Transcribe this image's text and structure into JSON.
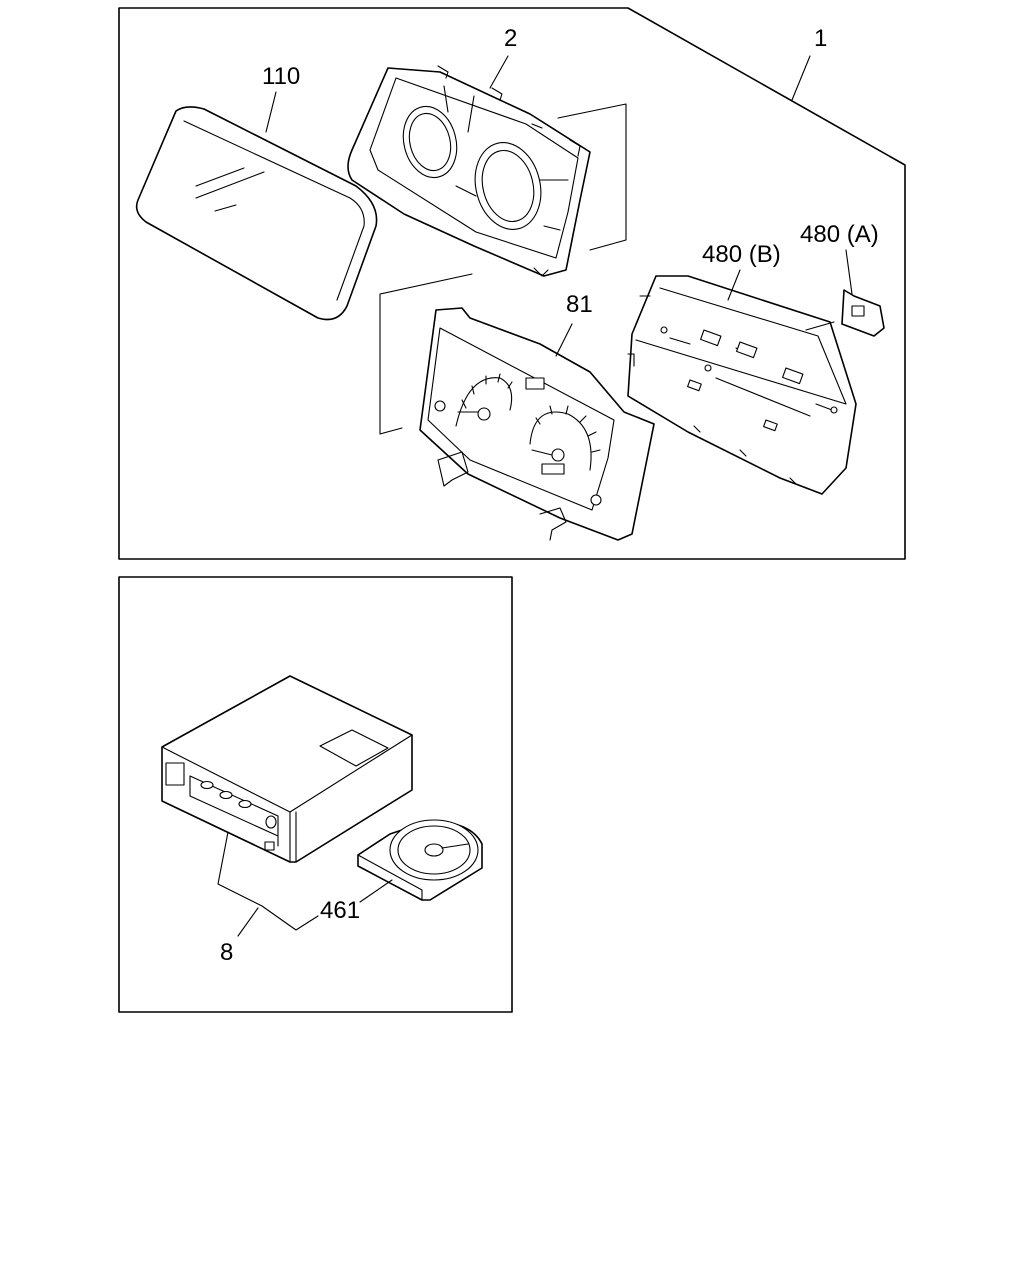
{
  "upper_panel": {
    "callouts": {
      "assembly": "1",
      "frame": "2",
      "lens": "110",
      "dial_plate": "81",
      "bulb_b": "480 (B)",
      "bulb_a": "480 (A)"
    }
  },
  "lower_panel": {
    "callouts": {
      "player_unit": "8",
      "disc": "461"
    }
  }
}
